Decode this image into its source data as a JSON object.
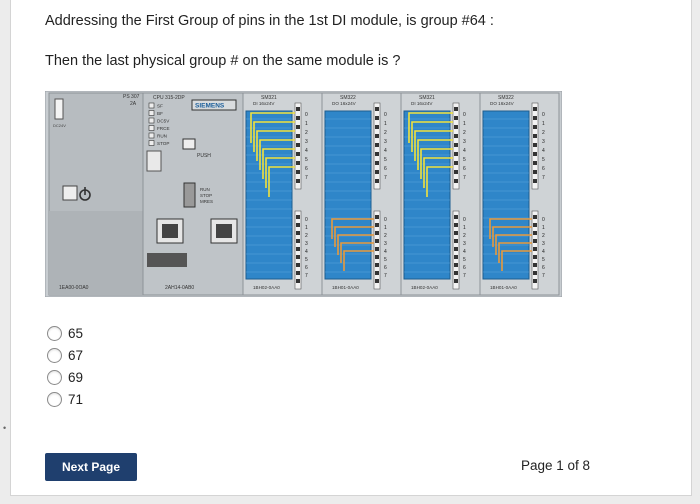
{
  "question": {
    "line1": "Addressing the First Group of pins in the 1st DI module, is group #64 :",
    "line2": "Then the last physical group # on the same module is ?"
  },
  "figure": {
    "ps_label": "PS 307\n2A",
    "ps_order": "1EA00-0OA0",
    "cpu_label": "CPU 315-2DP",
    "cpu_brand": "SIEMENS",
    "cpu_leds": [
      "SF",
      "BF",
      "DC5V",
      "FRCE",
      "RUN",
      "STOP"
    ],
    "cpu_push": "PUSH",
    "cpu_switch": "RUN\nSTOP\nMRES",
    "cpu_order": "2AH14-0AB0",
    "modules": [
      {
        "title": "SM321",
        "sub": "DI 16x24V",
        "order": "1BH02-0AA0",
        "wiring": "yellow"
      },
      {
        "title": "SM322",
        "sub": "DO 16x24V",
        "order": "1BH01-0AA0",
        "wiring": "orange"
      },
      {
        "title": "SM321",
        "sub": "DI 16x24V",
        "order": "1BH02-0AA0",
        "wiring": "yellow"
      },
      {
        "title": "SM322",
        "sub": "DO 16x24V",
        "order": "1BH01-0AA0",
        "wiring": "orange"
      }
    ],
    "pin_numbers": [
      "0",
      "1",
      "2",
      "3",
      "4",
      "5",
      "6",
      "7"
    ]
  },
  "options": [
    {
      "label": "65"
    },
    {
      "label": "67"
    },
    {
      "label": "69"
    },
    {
      "label": "71"
    }
  ],
  "nav": {
    "next_label": "Next Page"
  },
  "page_indicator": "Page 1 of 8",
  "edge_mark": "•",
  "colors": {
    "button_bg": "#1f3f6e",
    "module_blue": "#2f86c9",
    "wire_yellow": "#f2e23c",
    "wire_orange": "#e89a3c"
  }
}
